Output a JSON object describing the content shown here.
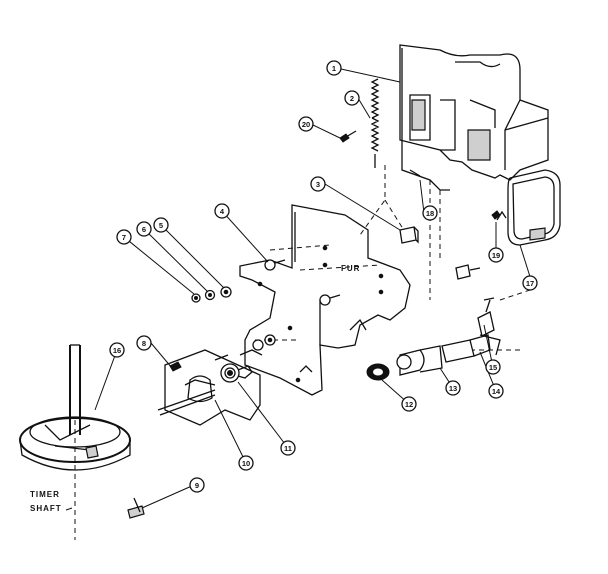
{
  "plate_text": "FUR",
  "shaft_label": {
    "line1": "TIMER",
    "line2": "SHAFT"
  },
  "callouts": [
    {
      "id": "c-1-top",
      "label": "1"
    },
    {
      "id": "c-2",
      "label": "2"
    },
    {
      "id": "c-20",
      "label": "20"
    },
    {
      "id": "c-3",
      "label": "3"
    },
    {
      "id": "c-18",
      "label": "18"
    },
    {
      "id": "c-19",
      "label": "19"
    },
    {
      "id": "c-17",
      "label": "17"
    },
    {
      "id": "c-4",
      "label": "4"
    },
    {
      "id": "c-5",
      "label": "5"
    },
    {
      "id": "c-6",
      "label": "6"
    },
    {
      "id": "c-7",
      "label": "7"
    },
    {
      "id": "c-8",
      "label": "8"
    },
    {
      "id": "c-16",
      "label": "16"
    },
    {
      "id": "c-10",
      "label": "10"
    },
    {
      "id": "c-11",
      "label": "11"
    },
    {
      "id": "c-12",
      "label": "12"
    },
    {
      "id": "c-13",
      "label": "13"
    },
    {
      "id": "c-14",
      "label": "14"
    },
    {
      "id": "c-15",
      "label": "15"
    },
    {
      "id": "c-9",
      "label": "9"
    }
  ]
}
